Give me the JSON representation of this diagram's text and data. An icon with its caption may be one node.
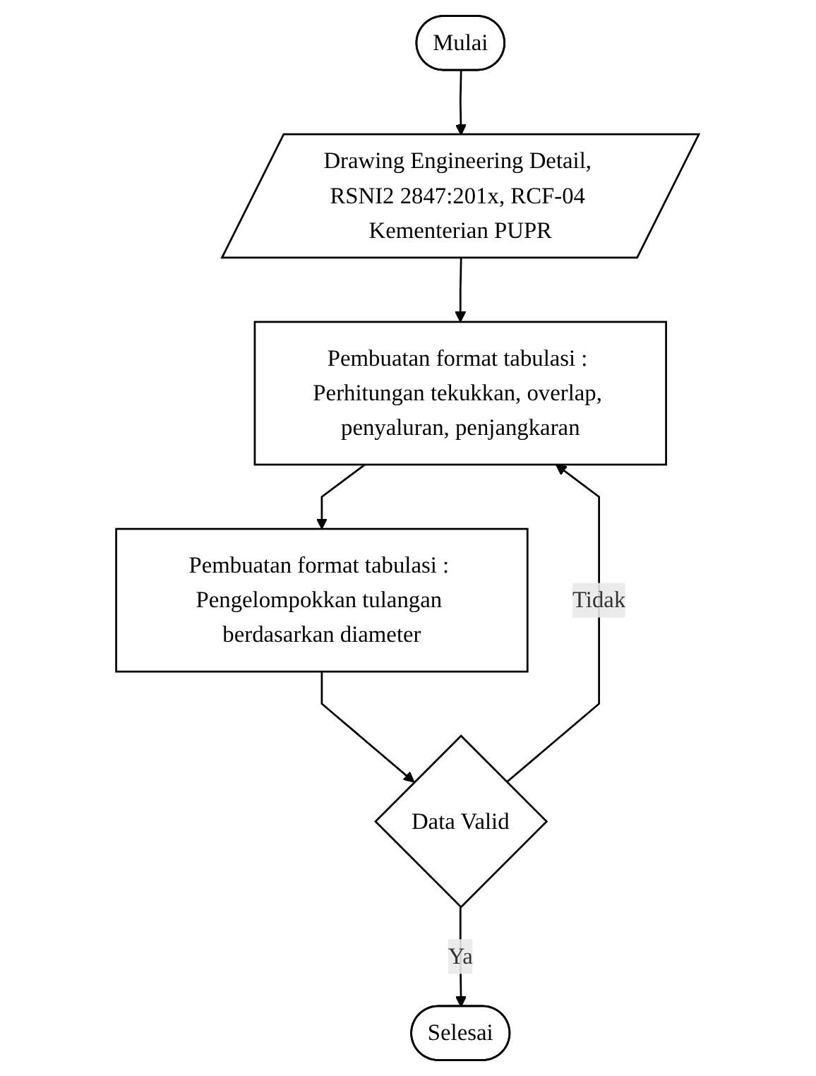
{
  "diagram": {
    "nodes": [
      {
        "text": [
          "Mulai"
        ]
      },
      {
        "text": [
          "Drawing Engineering Detail, RSNI2 2847:201x, RCF-04 Kementerian PUPR"
        ]
      },
      {
        "text": [
          "Pembuatan format tabulasi : Perhitungan tekukkan, overlap, penyaluran, penjangkaran"
        ]
      },
      {
        "text": [
          "Pembuatan format tabulasi : Pengelompokkan tulangan berdasarkan diameter"
        ]
      },
      {
        "text": [
          "Data Valid"
        ]
      },
      {
        "text": [
          "Selesai"
        ]
      }
    ],
    "edges": [
      {
        "from": 0,
        "to": 1,
        "arrow": "to"
      },
      {
        "from": 1,
        "to": 2,
        "arrow": "to"
      },
      {
        "from": 2,
        "to": 3,
        "arrow": "to"
      },
      {
        "from": 3,
        "to": 4,
        "arrow": "to"
      },
      {
        "from": 4,
        "to": 5,
        "arrow": "to",
        "label": "Ya"
      },
      {
        "from": 4,
        "to": 2,
        "arrow": "to",
        "label": "Tidak"
      }
    ]
  }
}
